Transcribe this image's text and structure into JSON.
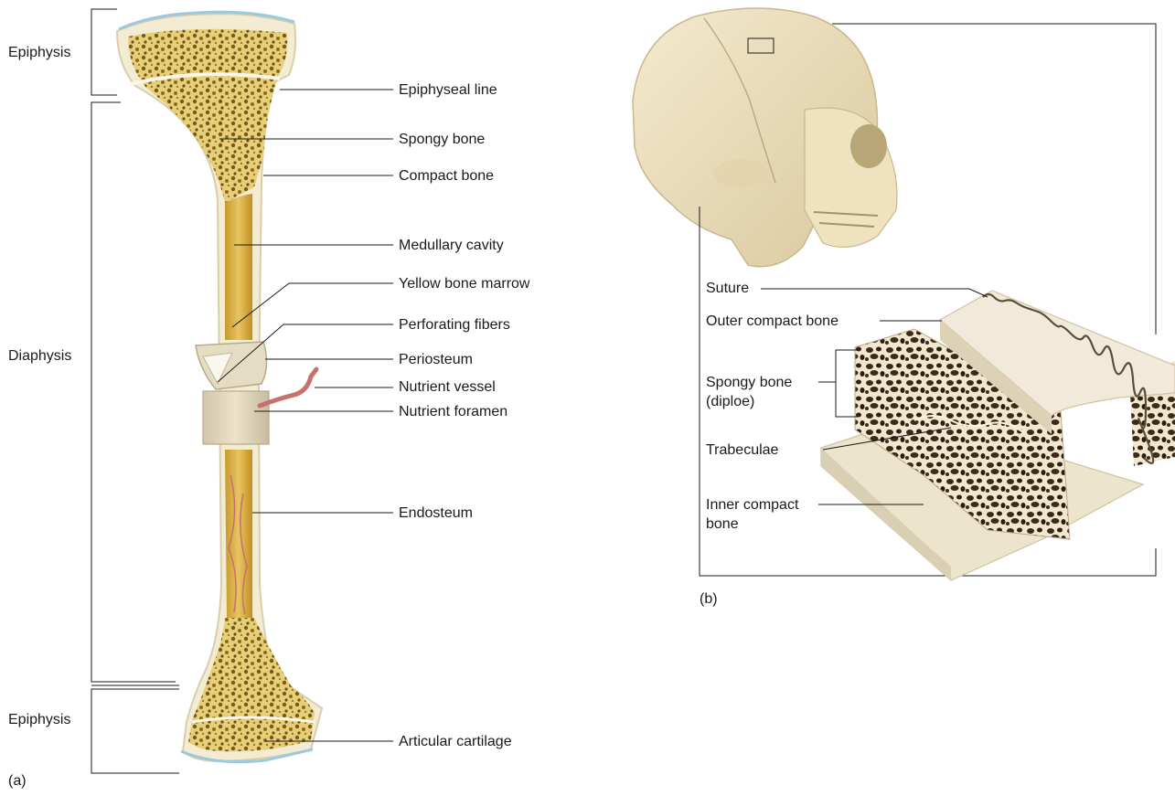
{
  "panel_a": {
    "caption": "(a)",
    "regions": {
      "epiphysis_top": "Epiphysis",
      "diaphysis": "Diaphysis",
      "epiphysis_bottom": "Epiphysis"
    },
    "labels": {
      "epiphyseal_line": "Epiphyseal line",
      "spongy_bone": "Spongy bone",
      "compact_bone": "Compact bone",
      "medullary_cavity": "Medullary cavity",
      "yellow_marrow": "Yellow bone marrow",
      "perforating_fibers": "Perforating fibers",
      "periosteum": "Periosteum",
      "nutrient_vessel": "Nutrient vessel",
      "nutrient_foramen": "Nutrient foramen",
      "endosteum": "Endosteum",
      "articular_cartilage": "Articular cartilage"
    }
  },
  "panel_b": {
    "caption": "(b)",
    "labels": {
      "suture": "Suture",
      "outer_compact": "Outer compact bone",
      "spongy_line1": "Spongy bone",
      "spongy_line2": "(diploe)",
      "trabeculae": "Trabeculae",
      "inner_line1": "Inner compact",
      "inner_line2": "bone"
    }
  },
  "colors": {
    "compact_bone": "#f3ecd2",
    "bone_outline": "#d9ceab",
    "marrow": "#d8b24a",
    "spongy_pores": "#b88a1f",
    "cartilage": "#9cc8e0",
    "vessel": "#c9706f",
    "diploe_dark": "#3b2a1a",
    "leader_line": "#1a1a1a"
  }
}
